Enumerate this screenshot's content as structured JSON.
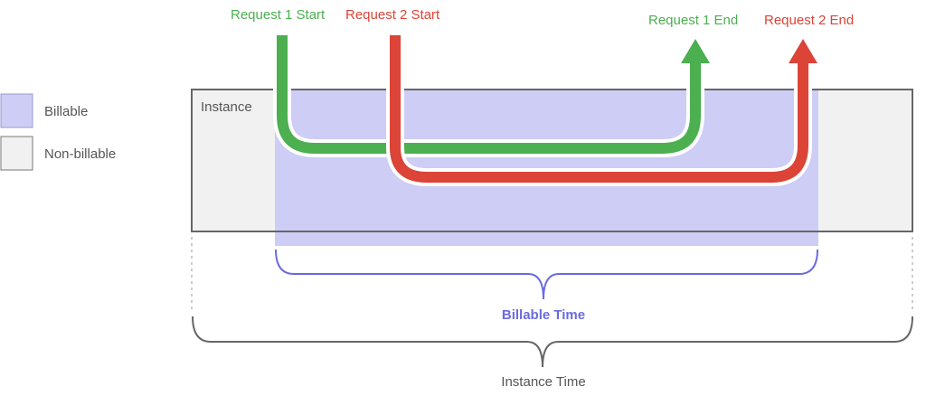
{
  "legend": {
    "billable": {
      "label": "Billable",
      "color": "#cdcdf5"
    },
    "non_billable": {
      "label": "Non-billable",
      "color": "#f1f1f1"
    }
  },
  "instance": {
    "label": "Instance"
  },
  "requests": [
    {
      "start_label": "Request 1 Start",
      "end_label": "Request 1 End",
      "color": "#4caf50"
    },
    {
      "start_label": "Request 2 Start",
      "end_label": "Request 2 End",
      "color": "#db4437"
    }
  ],
  "billable_time": {
    "label": "Billable Time",
    "color": "#6b6be0"
  },
  "instance_time": {
    "label": "Instance Time"
  }
}
